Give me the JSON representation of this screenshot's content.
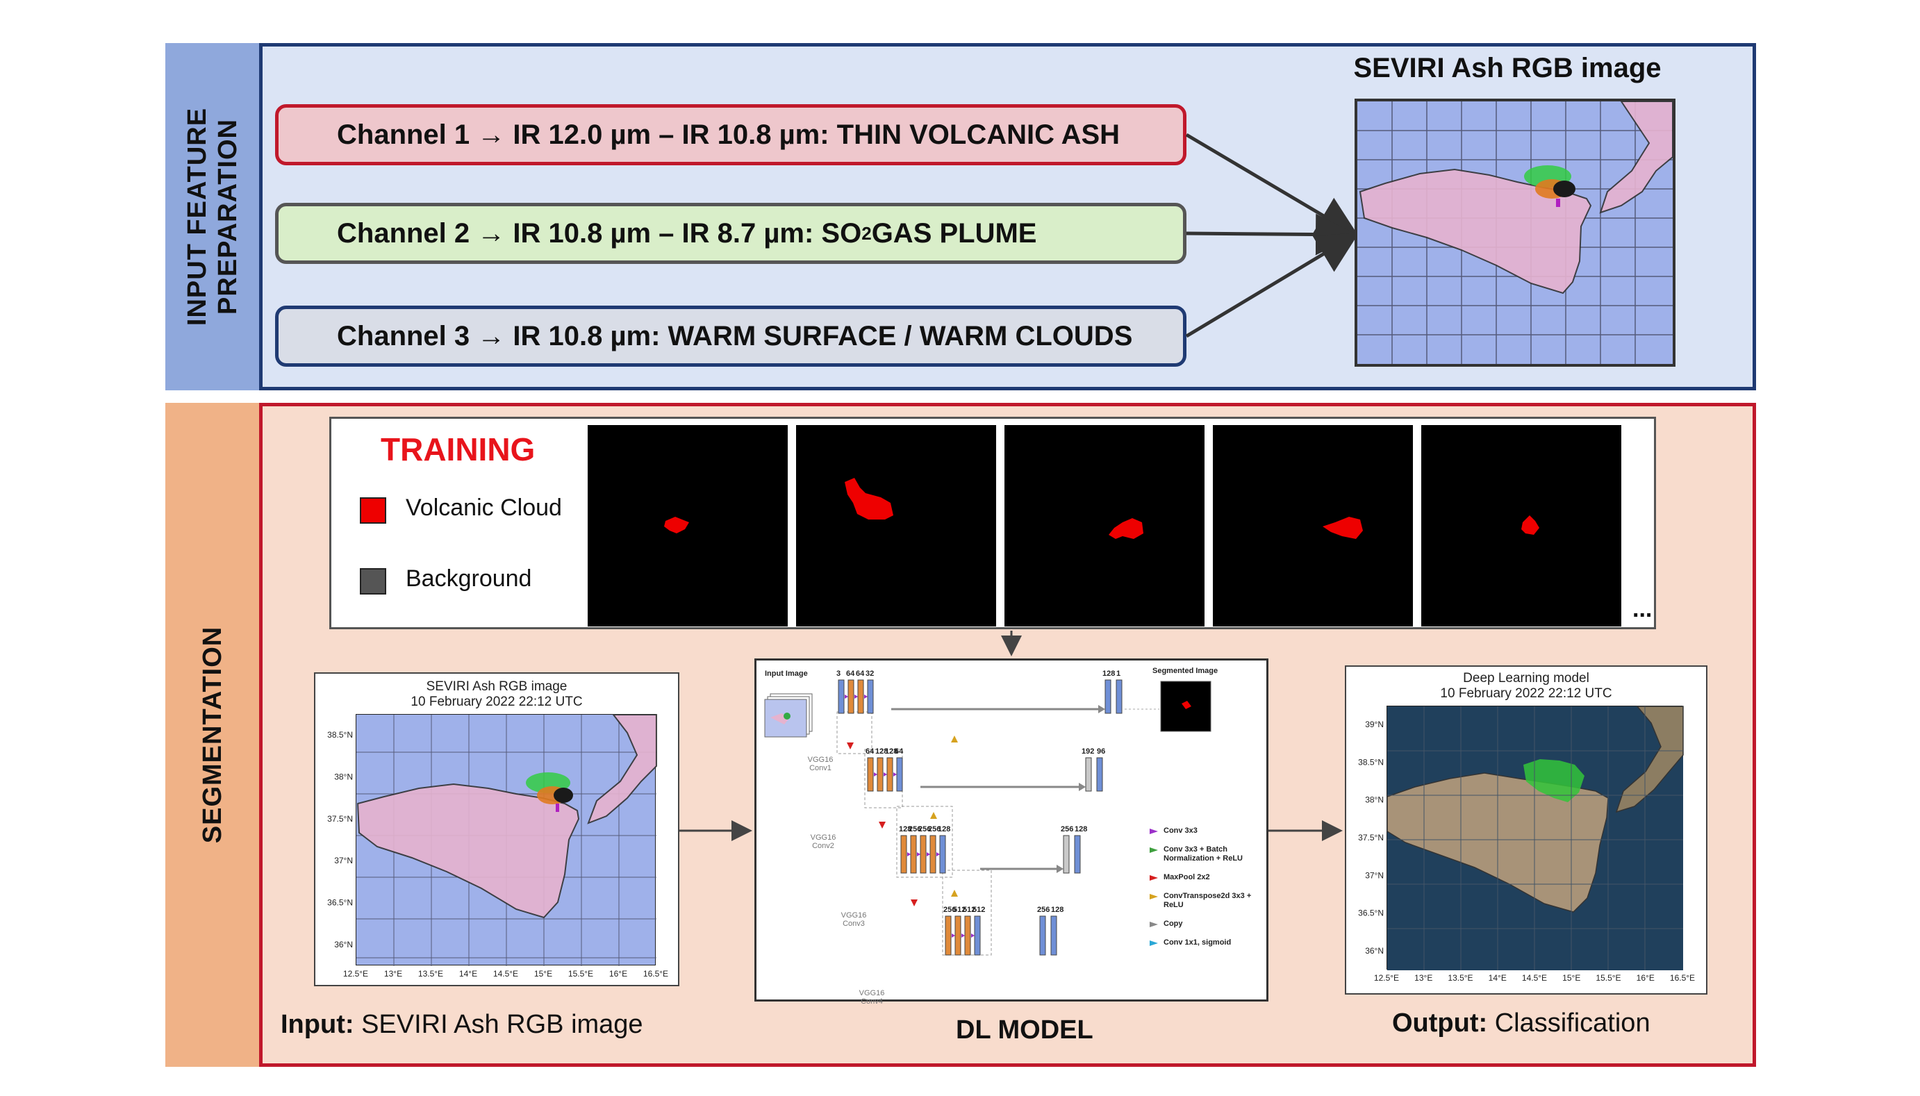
{
  "input_section": {
    "label_line1": "INPUT FEATURE",
    "label_line2": "PREPARATION",
    "channels": [
      {
        "pre": "Channel 1 → IR 12.0 µm – IR 10.8 µm: THIN VOLCANIC ASH",
        "sub": "",
        "post": ""
      },
      {
        "pre": "Channel 2 → IR 10.8 µm – IR 8.7 µm: SO",
        "sub": "2",
        "post": " GAS PLUME"
      },
      {
        "pre": "Channel 3 → IR 10.8 µm: WARM SURFACE / WARM CLOUDS",
        "sub": "",
        "post": ""
      }
    ],
    "image_title": "SEVIRI Ash RGB image"
  },
  "segmentation_section": {
    "label": "SEGMENTATION",
    "training": {
      "title": "TRAINING",
      "legend": [
        {
          "label": "Volcanic Cloud",
          "color": "#ee0000"
        },
        {
          "label": "Background",
          "color": "#555555"
        }
      ],
      "ellipsis": "..."
    },
    "input_panel": {
      "title_line1": "SEVIRI Ash RGB image",
      "title_line2": "10 February 2022 22:12 UTC",
      "y_ticks": [
        "38.5°N",
        "38°N",
        "37.5°N",
        "37°N",
        "36.5°N",
        "36°N"
      ],
      "x_ticks": [
        "12.5°E",
        "13°E",
        "13.5°E",
        "14°E",
        "14.5°E",
        "15°E",
        "15.5°E",
        "16°E",
        "16.5°E"
      ]
    },
    "dl_model": {
      "input_label": "Input Image",
      "output_label": "Segmented Image",
      "blocks": [
        {
          "name": "VGG16",
          "sub": "Conv1",
          "top": [
            "3",
            "64",
            "64",
            "32"
          ]
        },
        {
          "name": "VGG16",
          "sub": "Conv2",
          "top": [
            "64",
            "128",
            "128",
            "64"
          ]
        },
        {
          "name": "VGG16",
          "sub": "Conv3",
          "top": [
            "128",
            "256",
            "256",
            "256",
            "128"
          ]
        },
        {
          "name": "VGG16",
          "sub": "Conv4",
          "top": [
            "256",
            "512",
            "512",
            "512"
          ]
        }
      ],
      "decoder_labels": [
        "128",
        "1",
        "192",
        "96",
        "256",
        "128",
        "256",
        "128"
      ],
      "legend": [
        {
          "label": "Conv 3x3",
          "color": "#9b30c9"
        },
        {
          "label": "Conv 3x3 + Batch Normalization + ReLU",
          "color": "#3e9f3e"
        },
        {
          "label": "MaxPool 2x2",
          "color": "#d61f1f"
        },
        {
          "label": "ConvTranspose2d 3x3 + ReLU",
          "color": "#d6a21f"
        },
        {
          "label": "Copy",
          "color": "#888888"
        },
        {
          "label": "Conv 1x1, sigmoid",
          "color": "#2aa7d6"
        }
      ]
    },
    "output_panel": {
      "title_line1": "Deep Learning model",
      "title_line2": "10 February 2022 22:12 UTC",
      "y_ticks": [
        "39°N",
        "38.5°N",
        "38°N",
        "37.5°N",
        "37°N",
        "36.5°N",
        "36°N"
      ],
      "x_ticks": [
        "12.5°E",
        "13°E",
        "13.5°E",
        "14°E",
        "14.5°E",
        "15°E",
        "15.5°E",
        "16°E",
        "16.5°E"
      ]
    },
    "captions": {
      "input_bold": "Input:",
      "input_rest": " SEVIRI Ash RGB image",
      "model": "DL MODEL",
      "output_bold": "Output:",
      "output_rest": " Classification"
    }
  }
}
